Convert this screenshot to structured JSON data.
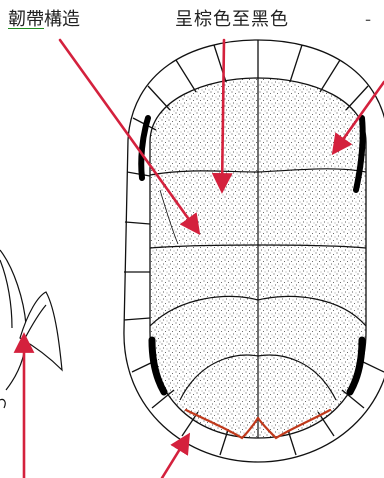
{
  "labels": {
    "ligament_underlined": "韌帶",
    "ligament_rest": "構造",
    "color": "呈棕色至黑色",
    "partial": "-"
  },
  "colors": {
    "arrow": "#d4213d",
    "outline": "#111111",
    "stipple": "#222222",
    "underline": "#1f8a1f",
    "margin_highlight": "#c0391b"
  }
}
